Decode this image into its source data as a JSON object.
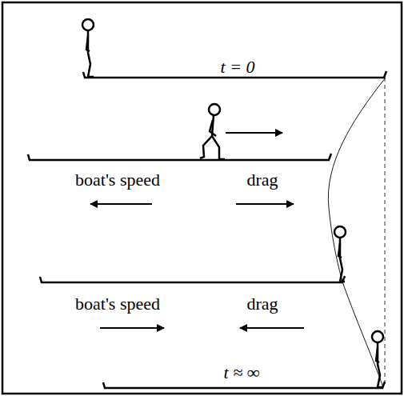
{
  "diagram": {
    "labels": [
      "t = 0",
      "boat's speed",
      "drag",
      "boat's speed",
      "drag",
      "t ≈ ∞"
    ]
  }
}
